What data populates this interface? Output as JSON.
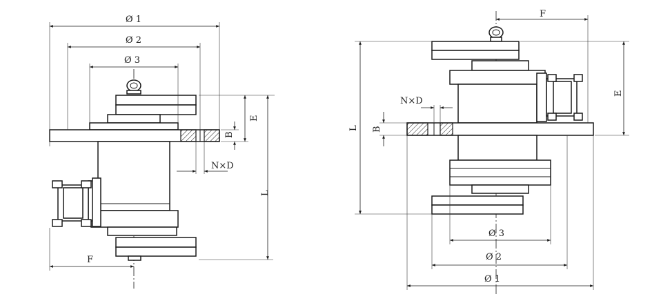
{
  "left_view": {
    "dims": {
      "d1": "Ø 1",
      "d2": "Ø 2",
      "d3": "Ø 3",
      "e": "E",
      "b": "B",
      "nd": "N×D",
      "l": "L",
      "f": "F"
    }
  },
  "right_view": {
    "dims": {
      "f": "F",
      "e": "E",
      "l": "L",
      "nd": "N×D",
      "b": "B",
      "d3": "Ø 3",
      "d2": "Ø 2",
      "d1": "Ø 1"
    }
  }
}
